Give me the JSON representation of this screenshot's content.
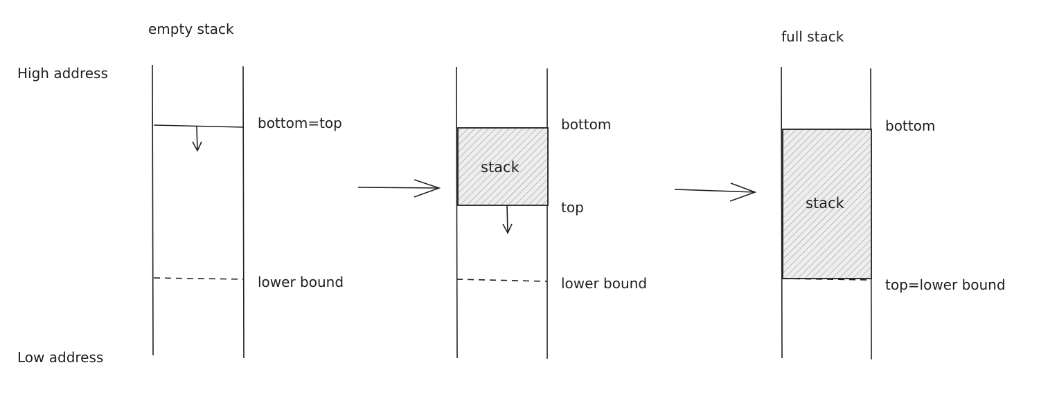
{
  "axis": {
    "high_label": "High address",
    "low_label": "Low address"
  },
  "panels": [
    {
      "title": "empty stack",
      "labels": [
        "bottom=top",
        "lower bound"
      ]
    },
    {
      "title": "",
      "block_label": "stack",
      "labels": [
        "bottom",
        "top",
        "lower bound"
      ]
    },
    {
      "title": "full stack",
      "block_label": "stack",
      "labels": [
        "bottom",
        "top=lower bound"
      ]
    }
  ],
  "colors": {
    "ink": "#1e1e1e",
    "hatch": "#9a9a9a",
    "fill": "#eeeeee"
  }
}
